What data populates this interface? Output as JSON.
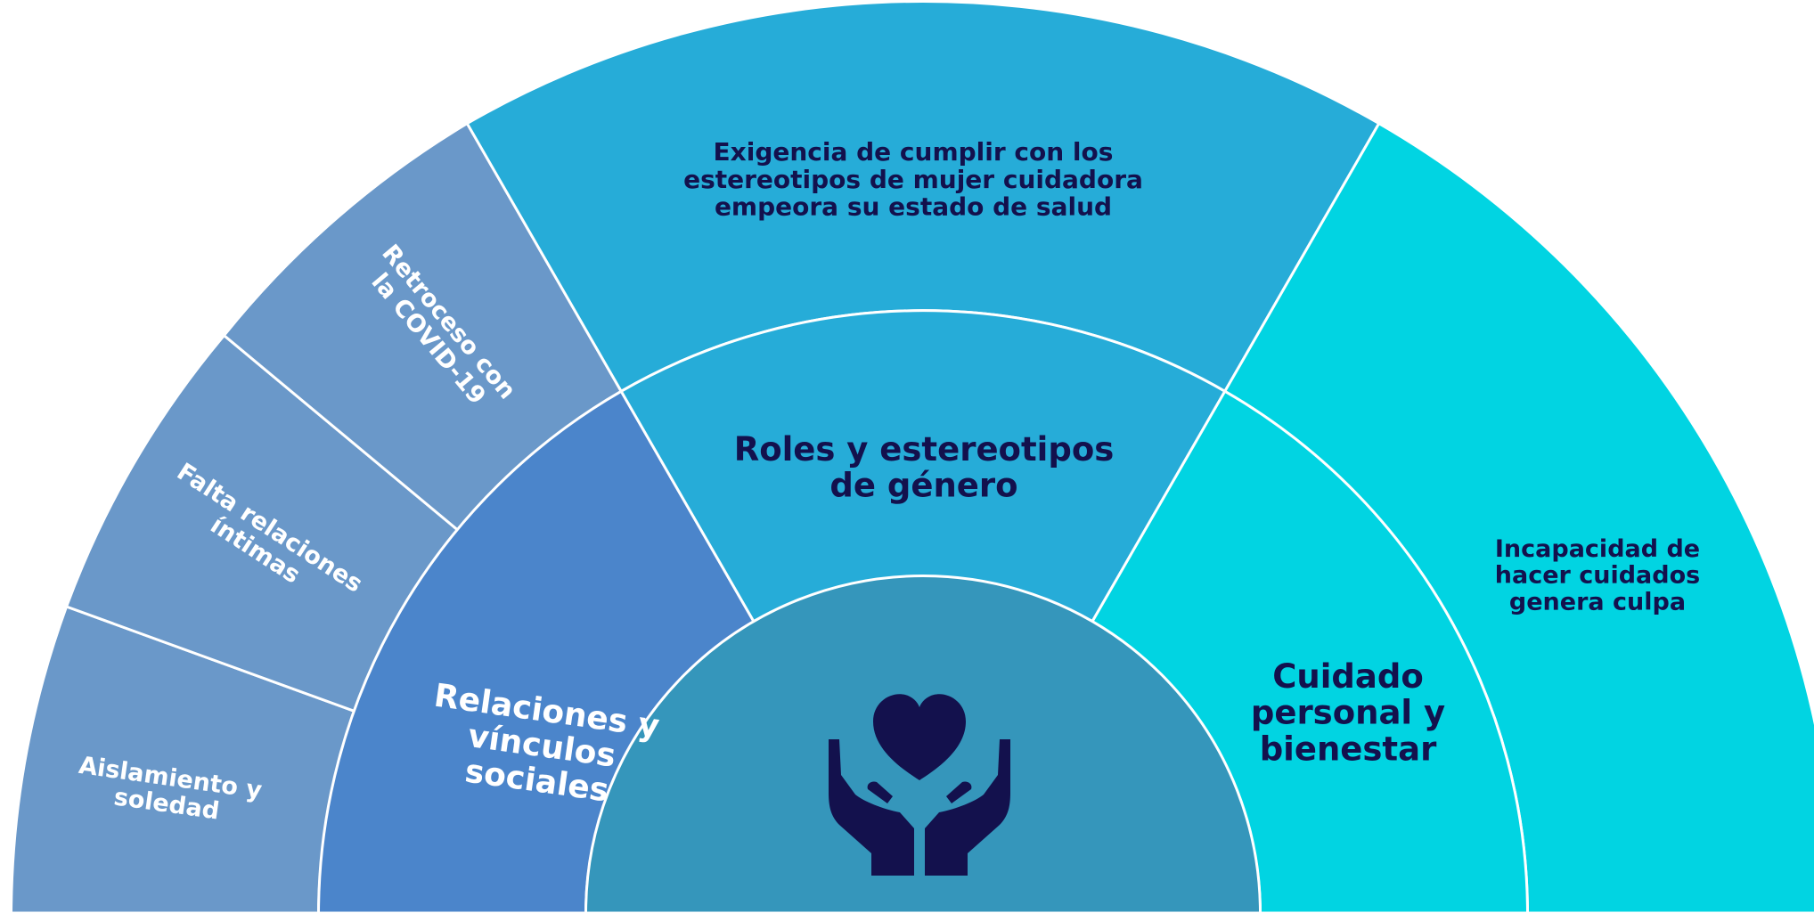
{
  "center": {
    "icon": "hands-heart-icon"
  },
  "colors": {
    "center": "#3596bb",
    "relaciones": "#4b85cb",
    "relaciones_outer": "#6a98c9",
    "roles": "#26acd8",
    "cuidado": "#01d4e2",
    "dark_text": "#13114d",
    "light_text": "#ffffff"
  },
  "inner_ring": [
    {
      "key": "relaciones",
      "label": [
        "Relaciones y",
        "vínculos",
        "sociales"
      ]
    },
    {
      "key": "roles",
      "label": [
        "Roles y estereotipos",
        "de género"
      ]
    },
    {
      "key": "cuidado",
      "label": [
        "Cuidado",
        "personal y",
        "bienestar"
      ]
    }
  ],
  "outer_ring": [
    {
      "key": "aislamiento",
      "label": [
        "Aislamiento y",
        "soledad"
      ]
    },
    {
      "key": "falta",
      "label": [
        "Falta relaciones",
        "íntimas"
      ]
    },
    {
      "key": "retroceso",
      "label": [
        "Retroceso con",
        "la COVID-19"
      ]
    },
    {
      "key": "exigencia",
      "label": [
        "Exigencia de cumplir con los",
        "estereotipos de mujer cuidadora",
        "empeora su estado de salud"
      ]
    },
    {
      "key": "incapacidad",
      "label": [
        "Incapacidad de",
        "hacer cuidados",
        "genera culpa"
      ]
    }
  ]
}
